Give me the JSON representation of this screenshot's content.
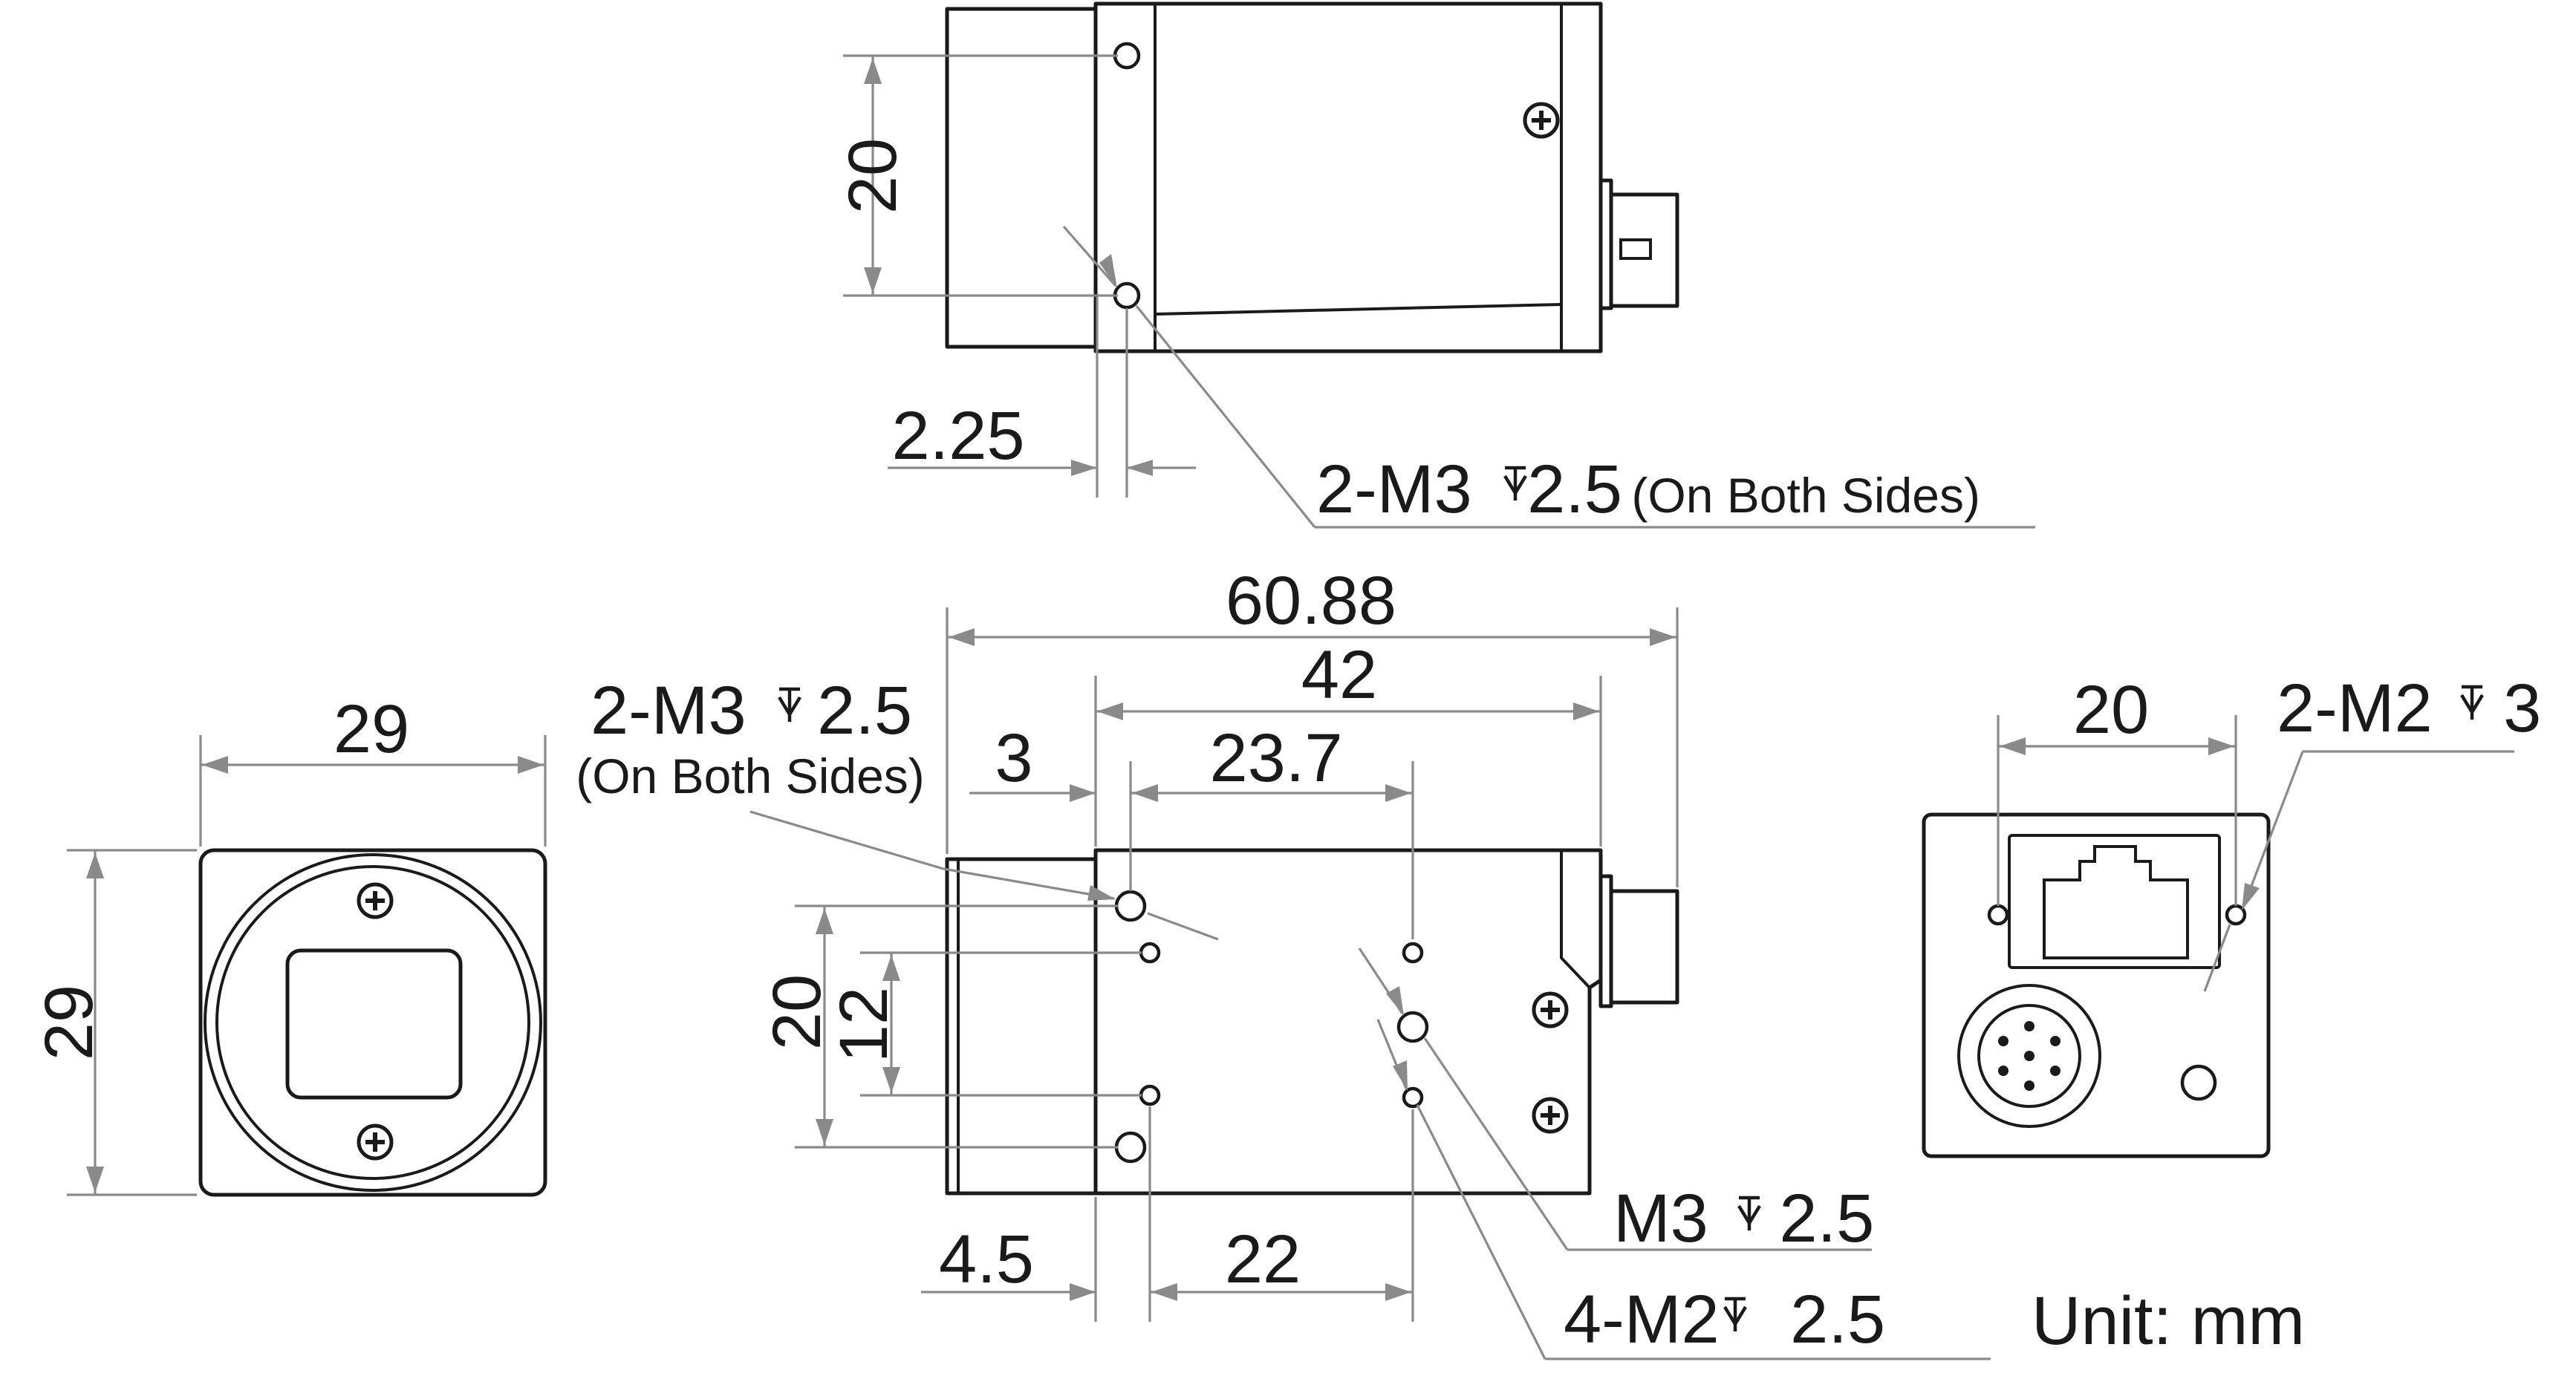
{
  "diagram": {
    "line_color": "#1a1a1a",
    "dimension_color": "#8a8a8a",
    "top_view": {
      "dim_height": "20",
      "dim_offset": "2.25",
      "callout_thread": "2-M3",
      "callout_depth": "2.5",
      "callout_note": "(On Both Sides)"
    },
    "front_view": {
      "dim_width": "29",
      "dim_height": "29"
    },
    "side_view": {
      "dim_overall": "60.88",
      "dim_body": "42",
      "dim_front": "3",
      "dim_spacing": "23.7",
      "dim_outer_height": "20",
      "dim_inner_height": "12",
      "dim_left": "4.5",
      "dim_bottom": "22",
      "callout_thread": "2-M3",
      "callout_depth": "2.5",
      "callout_note": "(On Both Sides)",
      "callout_center": "M3",
      "callout_center_depth": "2.5",
      "callout_four": "4-M2",
      "callout_four_depth": "2.5"
    },
    "rear_view": {
      "dim_width": "20",
      "callout_thread": "2-M2",
      "callout_depth": "3"
    },
    "unit_label": "Unit: mm"
  }
}
